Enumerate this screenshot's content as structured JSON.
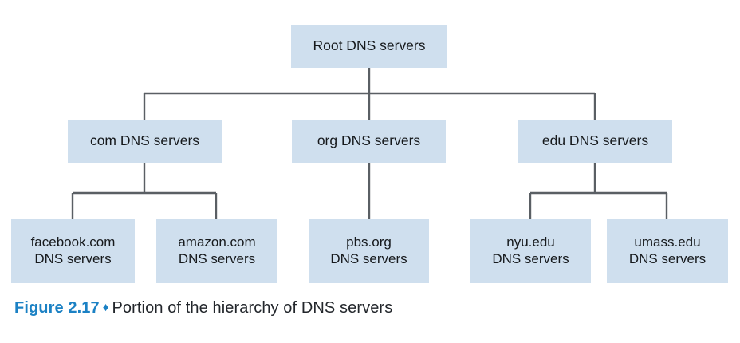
{
  "figure": {
    "caption_label": "Figure 2.17",
    "caption_diamond": "♦",
    "caption_text": "Portion of the hierarchy of DNS servers"
  },
  "colors": {
    "node_fill": "#cfdfee",
    "connector": "#5a5f64",
    "caption_accent": "#1b81c4",
    "text": "#16191c"
  },
  "diagram": {
    "type": "tree",
    "root": {
      "id": "root",
      "label": "Root DNS servers"
    },
    "tld_nodes": [
      {
        "id": "com",
        "label": "com DNS servers"
      },
      {
        "id": "org",
        "label": "org DNS servers"
      },
      {
        "id": "edu",
        "label": "edu DNS servers"
      }
    ],
    "authoritative_nodes": [
      {
        "id": "facebook",
        "parent": "com",
        "line1": "facebook.com",
        "line2": "DNS servers"
      },
      {
        "id": "amazon",
        "parent": "com",
        "line1": "amazon.com",
        "line2": "DNS servers"
      },
      {
        "id": "pbs",
        "parent": "org",
        "line1": "pbs.org",
        "line2": "DNS servers"
      },
      {
        "id": "nyu",
        "parent": "edu",
        "line1": "nyu.edu",
        "line2": "DNS servers"
      },
      {
        "id": "umass",
        "parent": "edu",
        "line1": "umass.edu",
        "line2": "DNS servers"
      }
    ]
  }
}
